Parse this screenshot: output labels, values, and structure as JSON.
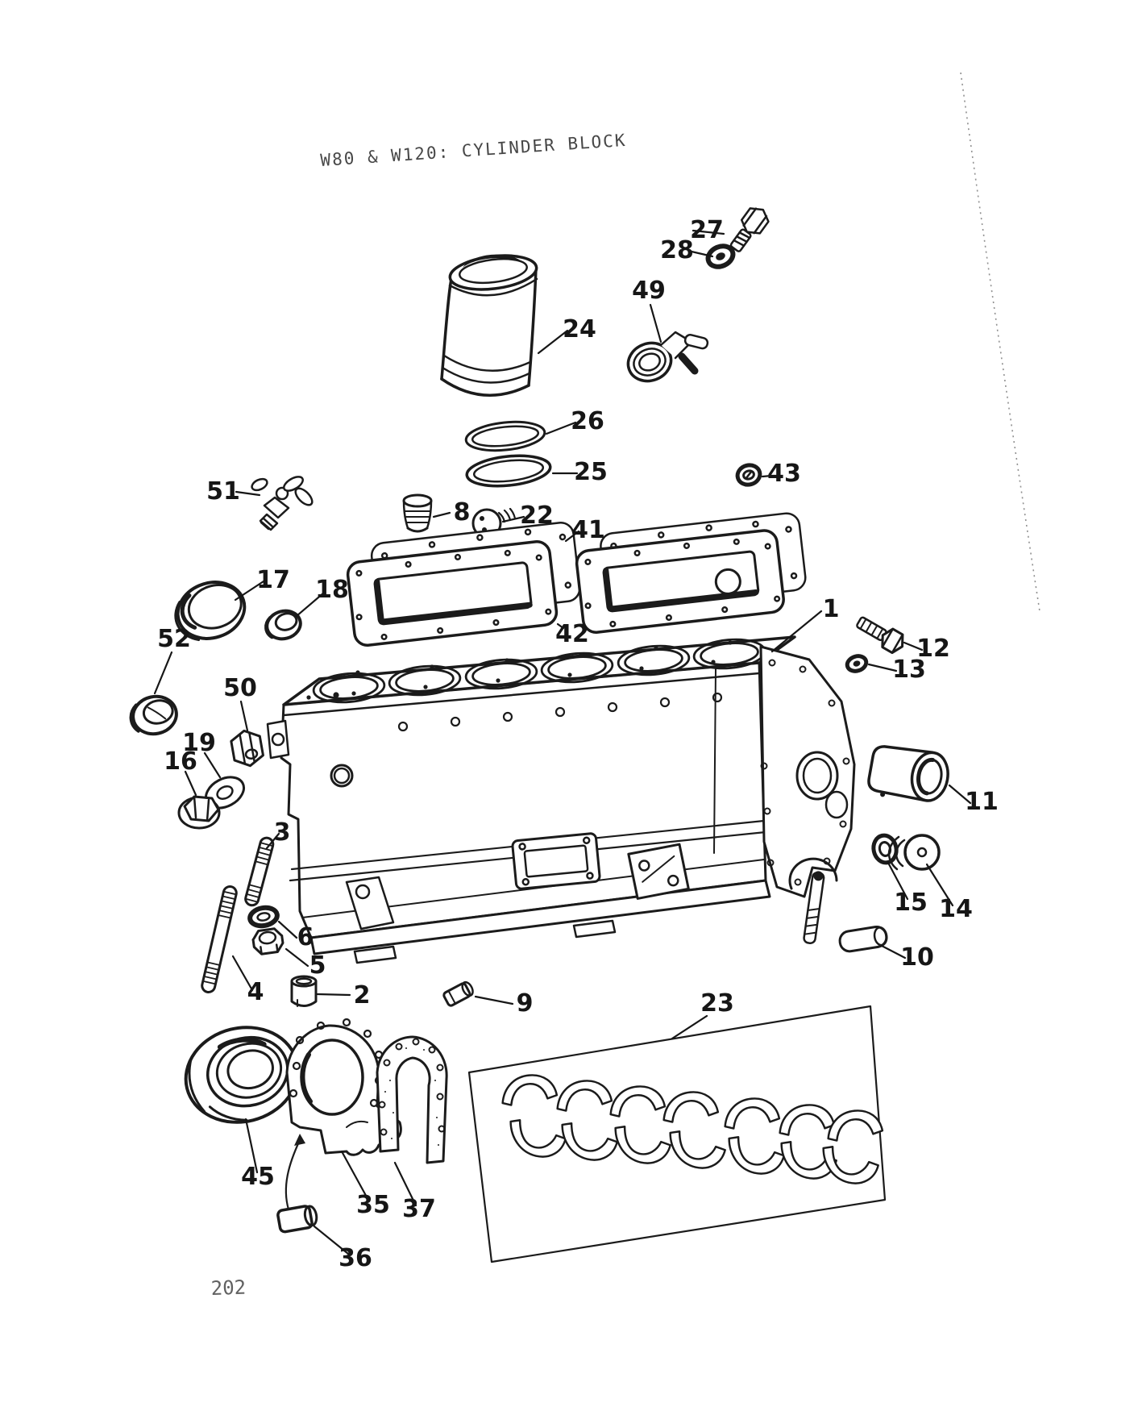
{
  "document": {
    "title": "W80 & W120:  CYLINDER BLOCK",
    "page_number": "202"
  },
  "colors": {
    "ink": "#1b1b1b",
    "paper": "#ffffff",
    "crease": "#8f8f8f"
  },
  "callouts": {
    "c1": "1",
    "c2": "2",
    "c3": "3",
    "c4": "4",
    "c5": "5",
    "c6": "6",
    "c8": "8",
    "c9": "9",
    "c10": "10",
    "c11": "11",
    "c12": "12",
    "c13": "13",
    "c14": "14",
    "c15": "15",
    "c16": "16",
    "c17": "17",
    "c18": "18",
    "c19": "19",
    "c22": "22",
    "c23": "23",
    "c24": "24",
    "c25": "25",
    "c26": "26",
    "c27": "27",
    "c28": "28",
    "c35": "35",
    "c36": "36",
    "c37": "37",
    "c41": "41",
    "c42": "42",
    "c43": "43",
    "c45": "45",
    "c49": "49",
    "c50": "50",
    "c51": "51",
    "c52": "52"
  }
}
